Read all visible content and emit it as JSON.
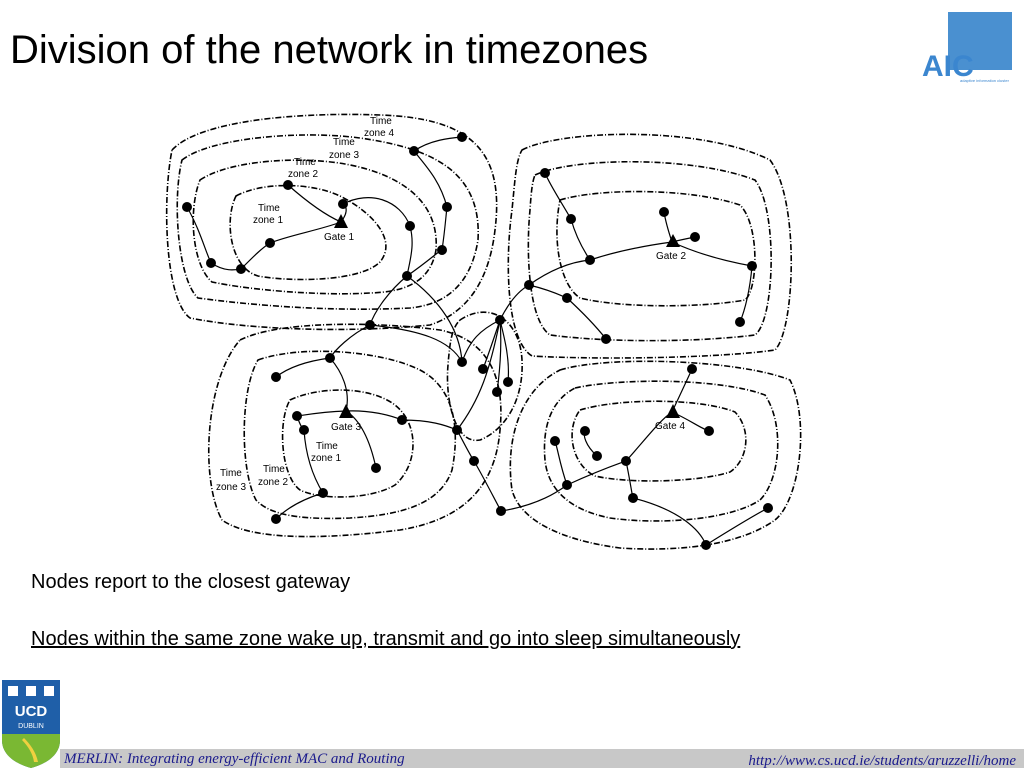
{
  "slide": {
    "title": "Division of the network in timezones",
    "bullet1": "Nodes report to the closest gateway",
    "bullet2": "Nodes within the same zone wake up, transmit and go into sleep simultaneously"
  },
  "logos": {
    "aic_text": "AIC",
    "aic_subtitle": "adaptive information cluster",
    "ucd_text": "UCD",
    "ucd_sub": "DUBLIN"
  },
  "diagram": {
    "gates": [
      "Gate 1",
      "Gate 2",
      "Gate 3",
      "Gate 4"
    ],
    "zones_g1": {
      "z1a": "Time",
      "z1b": "zone 1",
      "z2a": "Time",
      "z2b": "zone 2",
      "z3a": "Time",
      "z3b": "zone 3",
      "z4a": "Time",
      "z4b": "zone 4"
    },
    "zones_g3": {
      "z1a": "Time",
      "z1b": "zone 1",
      "z2a": "Time",
      "z2b": "zone 2",
      "z3a": "Time",
      "z3b": "zone 3"
    }
  },
  "footer": {
    "left": "MERLIN: Integrating energy-efficient MAC and Routing",
    "right": "http://www.cs.ucd.ie/students/aruzzelli/home"
  },
  "colors": {
    "aic_blue": "#4a90d0",
    "ucd_blue": "#1f5fa8",
    "ucd_green": "#7ab833",
    "footer_bar": "#c8c8c8",
    "footer_text": "#1a1a8c"
  }
}
